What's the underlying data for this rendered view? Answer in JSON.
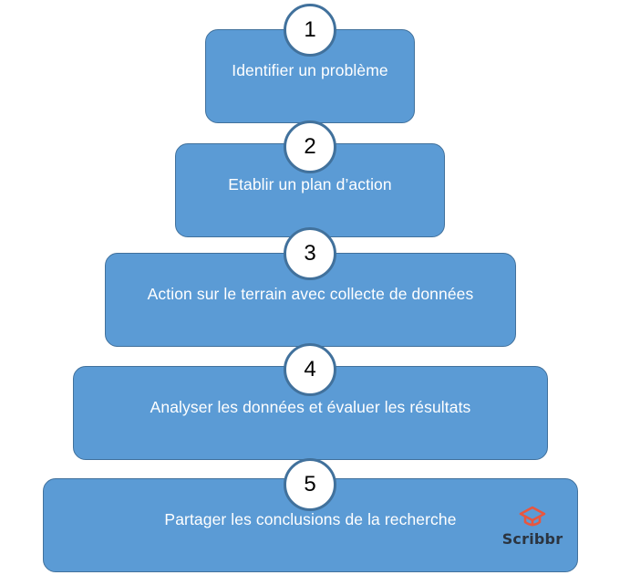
{
  "steps": [
    {
      "number": "1",
      "label": "Identifier un problème"
    },
    {
      "number": "2",
      "label": "Etablir un plan d’action"
    },
    {
      "number": "3",
      "label": "Action sur le terrain avec collecte de données"
    },
    {
      "number": "4",
      "label": "Analyser les données et évaluer les résultats"
    },
    {
      "number": "5",
      "label": "Partager les conclusions de la recherche"
    }
  ],
  "logo": {
    "text": "Scribbr",
    "icon": "graduation-cap-icon",
    "icon_color": "#e8563f"
  },
  "colors": {
    "box_fill": "#5b9bd5",
    "box_border": "#41719c",
    "badge_fill": "#ffffff",
    "label_text": "#ffffff"
  }
}
